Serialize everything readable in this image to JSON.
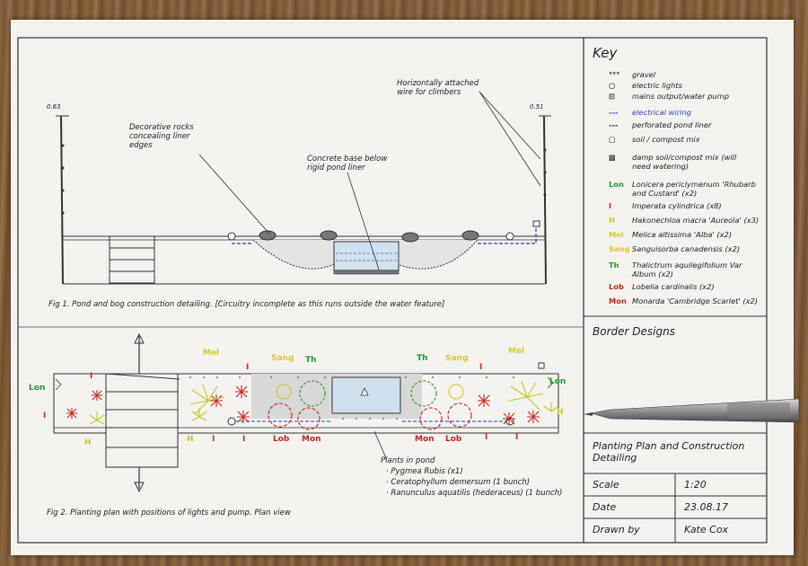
{
  "fig1": {
    "labels": {
      "width_left": "0.63",
      "width_right": "0.51",
      "rocks": "Decorative rocks concealing liner edges",
      "base": "Concrete base below rigid pond liner",
      "wire": "Horizontally attached wire for climbers"
    },
    "caption": "Fig 1. Pond and bog construction detailing. [Circuitry incomplete as this runs outside the water feature]"
  },
  "fig2": {
    "caption": "Fig 2. Planting plan with positions of lights and pump. Plan view",
    "pond_title": "Plants in pond",
    "pond_plants": [
      "Pygmea Rubis (x1)",
      "Ceratophyllum demersum (1 bunch)",
      "Ranunculus aquatilis (hederaceus) (1 bunch)"
    ],
    "plant_labels": {
      "lon": "Lon",
      "i": "I",
      "h": "H",
      "mel": "Mel",
      "sang": "Sang",
      "th": "Th",
      "lob": "Lob",
      "mon": "Mon"
    }
  },
  "key": {
    "title": "Key",
    "items": [
      {
        "sym": "°°°",
        "label": "gravel",
        "color": "#333333"
      },
      {
        "sym": "○",
        "label": "electric lights",
        "color": "#333333"
      },
      {
        "sym": "⊡",
        "label": "mains output/water pump",
        "color": "#333333"
      },
      {
        "sym": "---",
        "label": "electrical wiring",
        "color": "#2a3fb8"
      },
      {
        "sym": "---",
        "label": "perforated pond liner",
        "color": "#333333"
      },
      {
        "sym": "▢",
        "label": "soil / compost mix",
        "color": "#333333"
      },
      {
        "sym": "▩",
        "label": "damp soil/compost mix (will need watering)",
        "color": "#333333"
      }
    ],
    "plants": [
      {
        "code": "Lon",
        "name": "Lonicera periclymenum 'Rhubarb and Custard' (x2)",
        "color": "#1f9a2a"
      },
      {
        "code": "I",
        "name": "Imperata cylindrica (x8)",
        "color": "#d42a1f"
      },
      {
        "code": "H",
        "name": "Hakonechloa macra 'Aureola' (x3)",
        "color": "#c8c81c"
      },
      {
        "code": "Mel",
        "name": "Melica altissima 'Alba' (x2)",
        "color": "#d8cc2a"
      },
      {
        "code": "Sang",
        "name": "Sanguisorba canadensis (x2)",
        "color": "#e3c52a"
      },
      {
        "code": "Th",
        "name": "Thalictrum aquilegifolium Var Album (x2)",
        "color": "#1f9a2a"
      },
      {
        "code": "Lob",
        "name": "Lobelia cardinalis (x2)",
        "color": "#c4261c"
      },
      {
        "code": "Mon",
        "name": "Monarda 'Cambridge Scarlet' (x2)",
        "color": "#c4261c"
      }
    ]
  },
  "title_block": {
    "company": "Border Designs",
    "title": "Planting Plan and Construction Detailing",
    "scale_label": "Scale",
    "scale_value": "1:20",
    "date_label": "Date",
    "date_value": "23.08.17",
    "drawn_label": "Drawn by",
    "drawn_value": "Kate Cox"
  }
}
